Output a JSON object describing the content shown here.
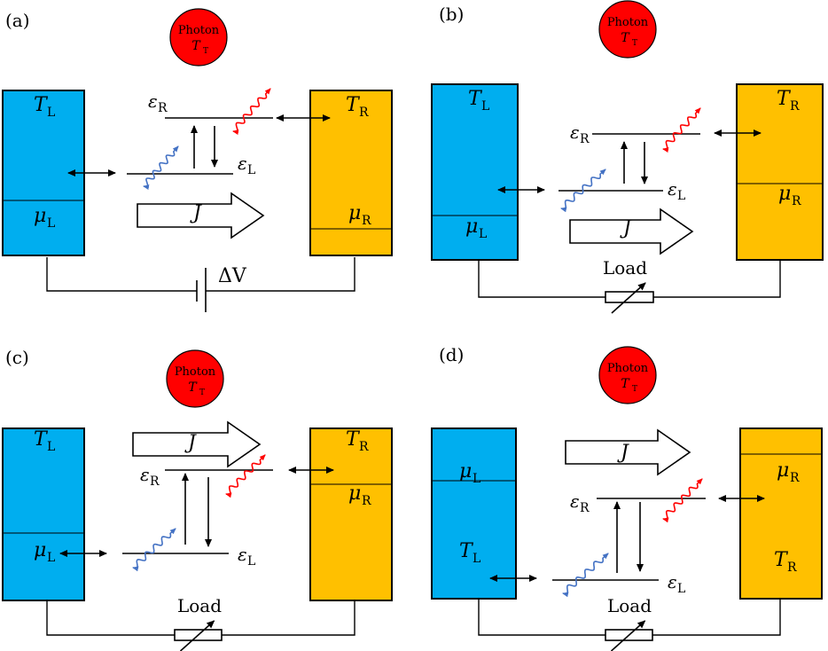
{
  "colors": {
    "left_reservoir": "#00AEEF",
    "right_reservoir": "#FFC000",
    "photon": "#FF0000",
    "wave_left": "#4472C4",
    "wave_right": "#FF0000"
  },
  "panels": [
    {
      "label": "(a)",
      "photon": {
        "word": "Photon",
        "T": "T",
        "sub": "T"
      },
      "left": {
        "T": "T",
        "T_sub": "L",
        "mu": "μ",
        "mu_sub": "L"
      },
      "right": {
        "T": "T",
        "T_sub": "R",
        "mu": "μ",
        "mu_sub": "R"
      },
      "eps_R": {
        "sym": "ε",
        "sub": "R"
      },
      "eps_L": {
        "sym": "ε",
        "sub": "L"
      },
      "flow": "J",
      "circuit": {
        "type": "battery",
        "label": "ΔV"
      }
    },
    {
      "label": "(b)",
      "photon": {
        "word": "Photon",
        "T": "T",
        "sub": "T"
      },
      "left": {
        "T": "T",
        "T_sub": "L",
        "mu": "μ",
        "mu_sub": "L"
      },
      "right": {
        "T": "T",
        "T_sub": "R",
        "mu": "μ",
        "mu_sub": "R"
      },
      "eps_R": {
        "sym": "ε",
        "sub": "R"
      },
      "eps_L": {
        "sym": "ε",
        "sub": "L"
      },
      "flow": "J",
      "circuit": {
        "type": "load",
        "label": "Load"
      }
    },
    {
      "label": "(c)",
      "photon": {
        "word": "Photon",
        "T": "T",
        "sub": "T"
      },
      "left": {
        "T": "T",
        "T_sub": "L",
        "mu": "μ",
        "mu_sub": "L"
      },
      "right": {
        "T": "T",
        "T_sub": "R",
        "mu": "μ",
        "mu_sub": "R"
      },
      "eps_R": {
        "sym": "ε",
        "sub": "R"
      },
      "eps_L": {
        "sym": "ε",
        "sub": "L"
      },
      "flow": "J",
      "circuit": {
        "type": "load",
        "label": "Load"
      }
    },
    {
      "label": "(d)",
      "photon": {
        "word": "Photon",
        "T": "T",
        "sub": "T"
      },
      "left": {
        "T": "T",
        "T_sub": "L",
        "mu": "μ",
        "mu_sub": "L"
      },
      "right": {
        "T": "T",
        "T_sub": "R",
        "mu": "μ",
        "mu_sub": "R"
      },
      "eps_R": {
        "sym": "ε",
        "sub": "R"
      },
      "eps_L": {
        "sym": "ε",
        "sub": "L"
      },
      "flow": "J",
      "circuit": {
        "type": "load",
        "label": "Load"
      }
    }
  ]
}
